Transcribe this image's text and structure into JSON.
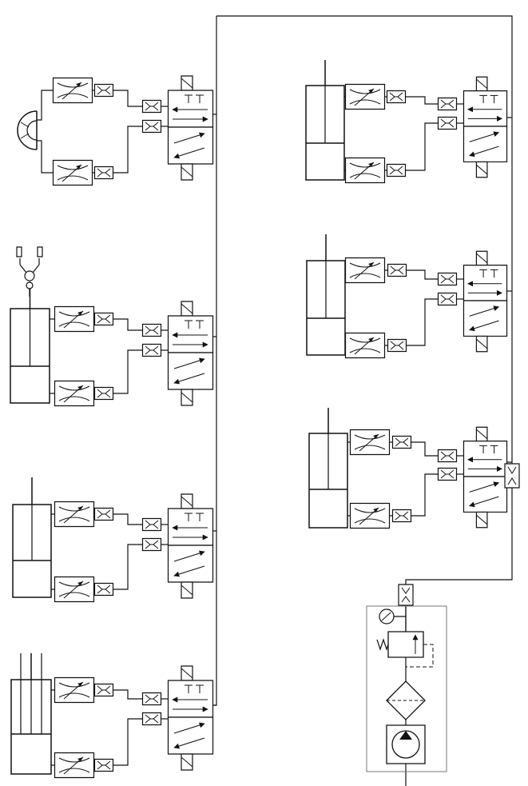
{
  "colors": {
    "line": "#111111",
    "dashed": "#777777",
    "background": "#ffffff"
  },
  "diagram": {
    "type": "pneumatic-circuit",
    "supply_unit": {
      "components": [
        "pressure-gauge-icon",
        "pressure-regulator-icon",
        "filter-icon",
        "compressor-icon"
      ]
    },
    "actuators": [
      {
        "kind": "vacuum-cup"
      },
      {
        "kind": "gripper-cylinder"
      },
      {
        "kind": "single-rod-cylinder"
      },
      {
        "kind": "guided-cylinder"
      },
      {
        "kind": "vertical-cylinder"
      },
      {
        "kind": "vertical-cylinder"
      },
      {
        "kind": "vertical-cylinder"
      }
    ]
  }
}
